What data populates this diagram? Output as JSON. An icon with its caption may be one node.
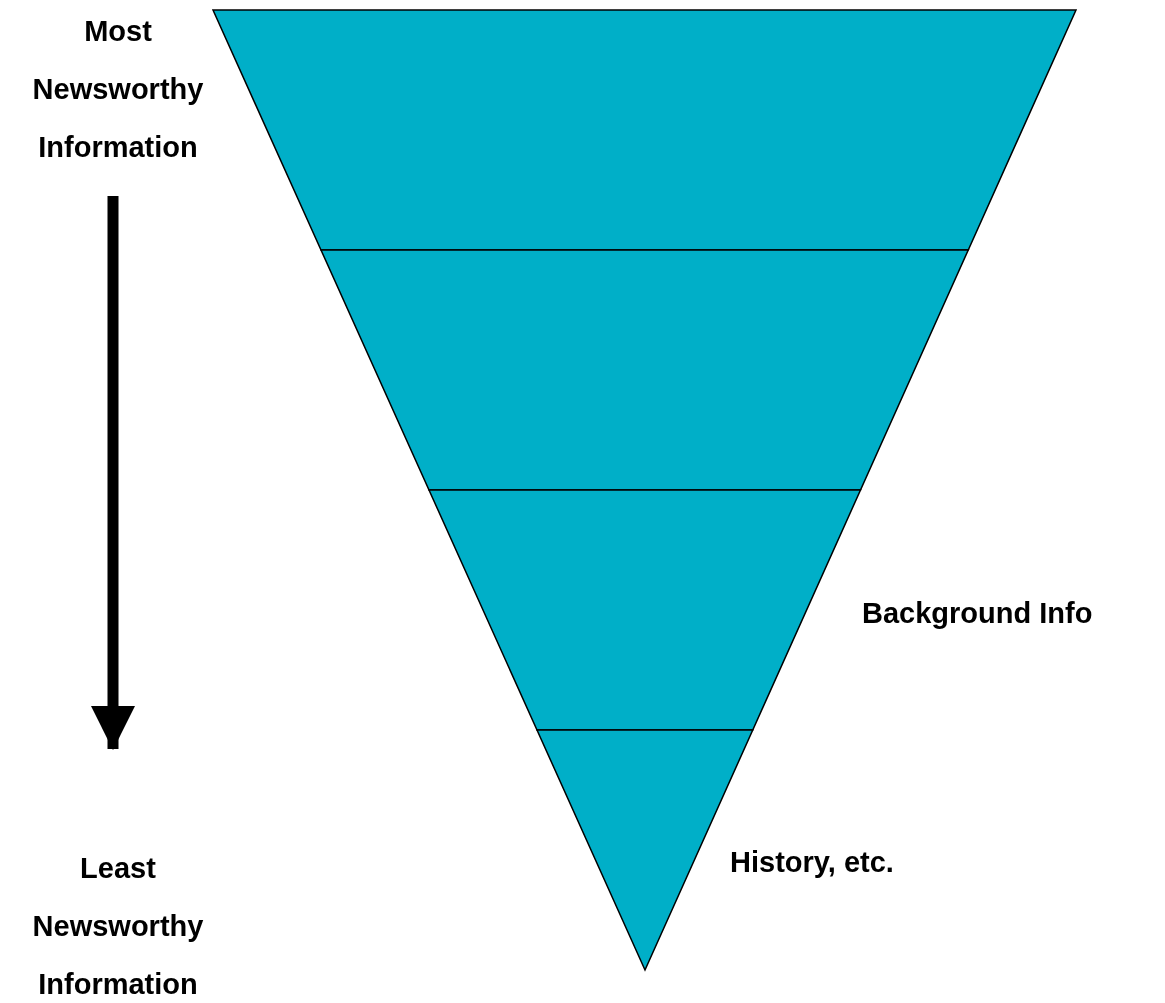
{
  "diagram": {
    "nodes": [
      {
        "text": [
          "Most Newsworthy Information"
        ]
      },
      {
        "text": [
          "Least Newsworthy Information"
        ]
      },
      {
        "text": [],
        "shape": "trapezoid"
      },
      {
        "text": [],
        "shape": "trapezoid"
      },
      {
        "text": [],
        "shape": "trapezoid",
        "beside": [
          "Background Info"
        ]
      },
      {
        "text": [],
        "shape": "triangle",
        "beside": [
          "History, etc."
        ]
      }
    ],
    "edges": [
      {
        "from": 0,
        "to": 1,
        "arrow": "to"
      }
    ]
  }
}
